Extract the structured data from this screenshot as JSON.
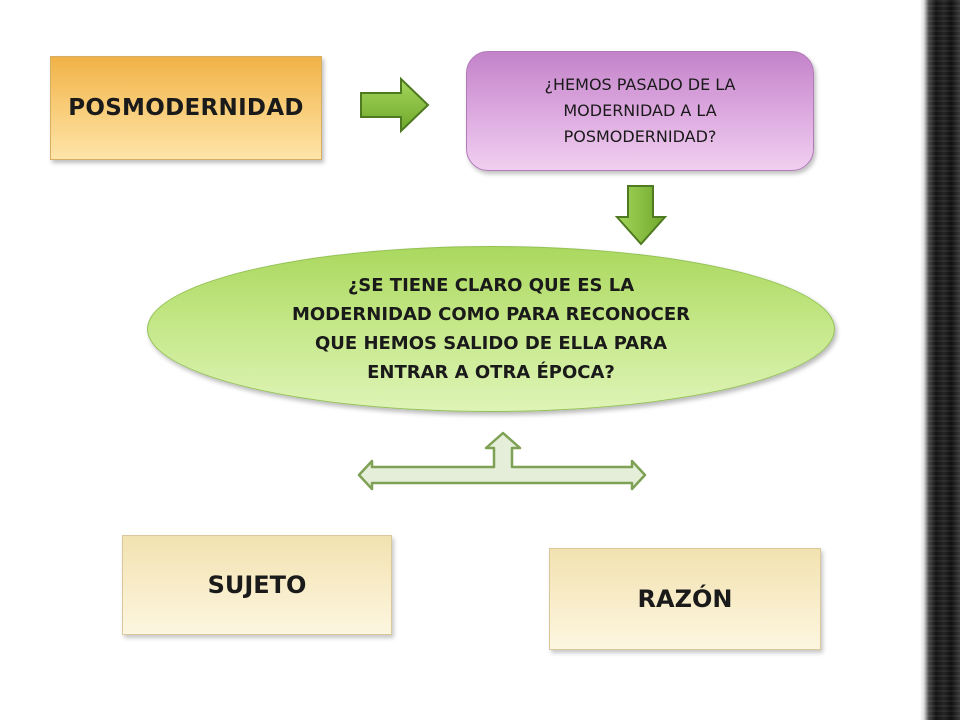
{
  "diagram": {
    "title_box": {
      "text": "POSMODERNIDAD"
    },
    "question_1": {
      "text": "¿HEMOS PASADO DE LA MODERNIDAD A LA POSMODERNIDAD?"
    },
    "question_2": {
      "text": "¿SE TIENE CLARO QUE ES LA MODERNIDAD COMO PARA RECONOCER QUE HEMOS SALIDO DE ELLA PARA ENTRAR A OTRA ÉPOCA?"
    },
    "concepts": [
      {
        "text": "SUJETO"
      },
      {
        "text": "RAZÓN"
      }
    ],
    "connectors": [
      {
        "id": "arrow-right",
        "from": "POSMODERNIDAD",
        "to": "¿HEMOS PASADO DE LA MODERNIDAD A LA POSMODERNIDAD?"
      },
      {
        "id": "arrow-down",
        "from": "¿HEMOS PASADO DE LA MODERNIDAD A LA POSMODERNIDAD?",
        "to": "¿SE TIENE CLARO QUE ES LA MODERNIDAD COMO PARA RECONOCER QUE HEMOS SALIDO DE ELLA PARA ENTRAR A OTRA ÉPOCA?"
      },
      {
        "id": "arrow-three-way",
        "from": "¿SE TIENE CLARO QUE ES LA MODERNIDAD COMO PARA RECONOCER QUE HEMOS SALIDO DE ELLA PARA ENTRAR A OTRA ÉPOCA?",
        "to": "SUJETO / RAZÓN"
      }
    ]
  },
  "colors": {
    "title_fill": "#f8ca73",
    "question_1_fill": "#dca8df",
    "question_2_fill": "#c6e88a",
    "concept_fill": "#f8ecc8",
    "arrow_green": "#8cc63f",
    "arrow_outline": "#4f7a21",
    "three_way_fill": "#e4eed8",
    "three_way_outline": "#7ea155"
  }
}
